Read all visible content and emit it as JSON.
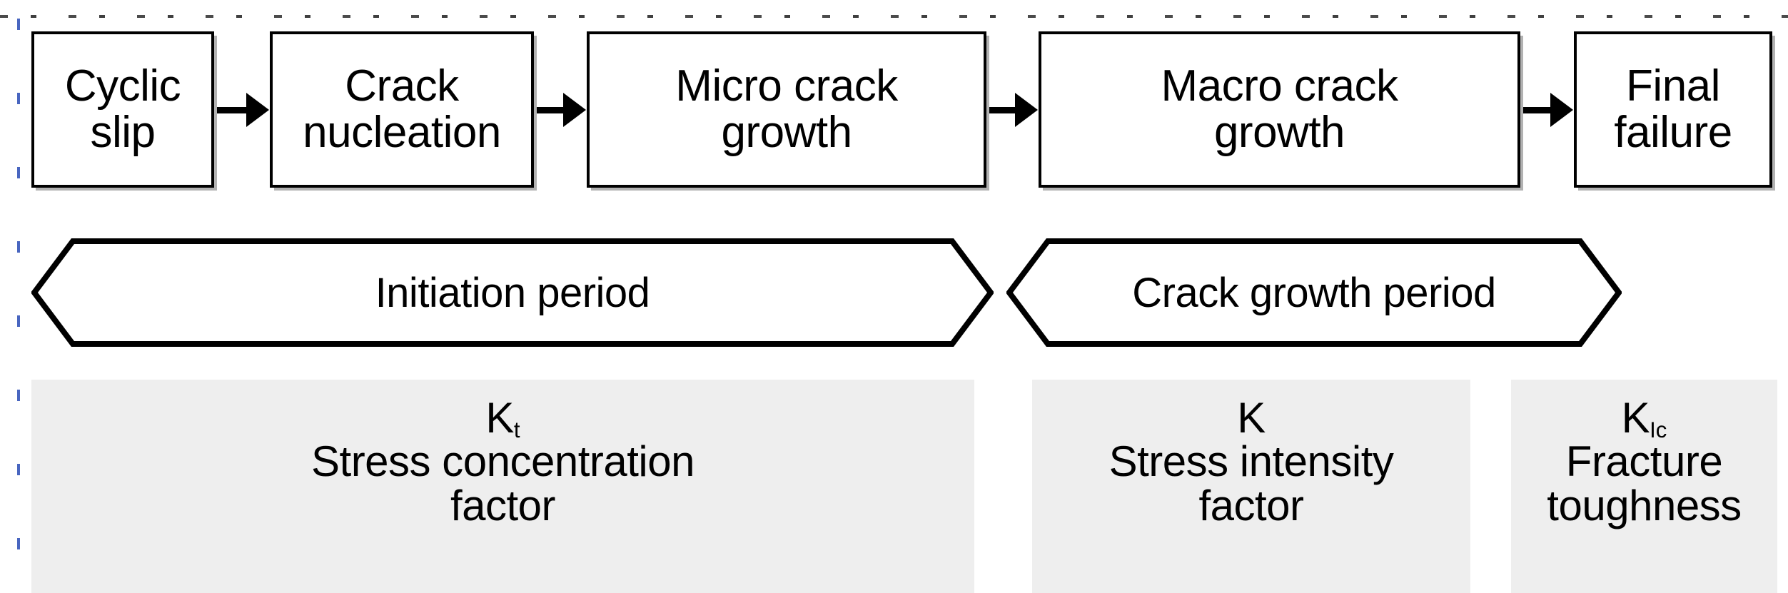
{
  "diagram": {
    "title": "Fatigue life stages flow diagram",
    "colors": {
      "box_border": "#000000",
      "box_fill": "#ffffff",
      "panel_fill": "#eeeeee",
      "text": "#000000"
    },
    "process_stages": [
      {
        "id": "cyclic-slip",
        "label": "Cyclic\nslip"
      },
      {
        "id": "crack-nucleation",
        "label": "Crack\nnucleation"
      },
      {
        "id": "micro-crack",
        "label": "Micro crack\ngrowth"
      },
      {
        "id": "macro-crack",
        "label": "Macro crack\ngrowth"
      },
      {
        "id": "final-failure",
        "label": "Final\nfailure"
      }
    ],
    "periods": [
      {
        "id": "initiation-period",
        "label": "Initiation period"
      },
      {
        "id": "crack-growth-period",
        "label": "Crack growth period"
      }
    ],
    "factors": [
      {
        "id": "stress-concentration-factor",
        "symbol": "K",
        "subscript": "t",
        "name": "Stress concentration\nfactor"
      },
      {
        "id": "stress-intensity-factor",
        "symbol": "K",
        "subscript": "",
        "name": "Stress intensity\nfactor"
      },
      {
        "id": "fracture-toughness",
        "symbol": "K",
        "subscript": "Ic",
        "name": "Fracture\ntoughness"
      }
    ]
  }
}
